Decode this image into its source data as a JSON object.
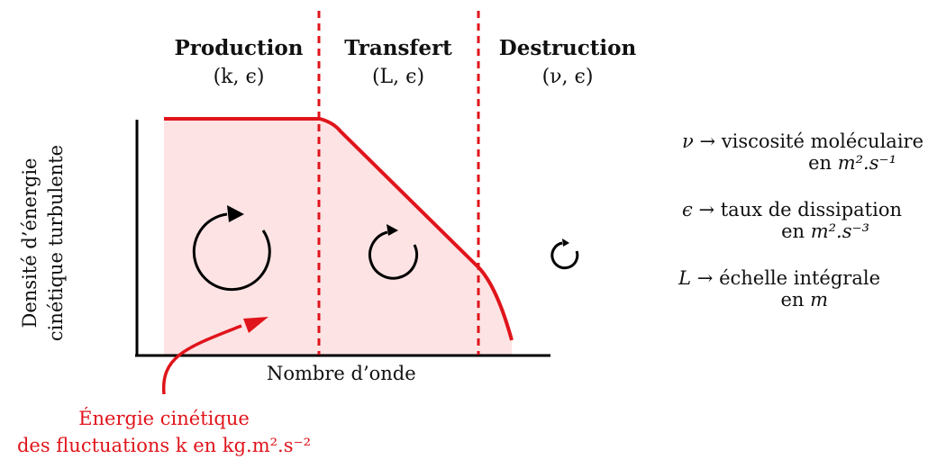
{
  "regions": [
    {
      "title": "Production",
      "params": "(k, ϵ)"
    },
    {
      "title": "Transfert",
      "params": "(L, ϵ)"
    },
    {
      "title": "Destruction",
      "params": "(ν, ϵ)"
    }
  ],
  "axes": {
    "xlabel": "Nombre d’onde",
    "ylabel_line1": "Densité d’énergie",
    "ylabel_line2": "cinétique turbulente"
  },
  "legend": [
    {
      "symbol": "ν",
      "arrow": "→",
      "text": "viscosité moléculaire",
      "unit_prefix": "en",
      "unit": "m².s⁻¹"
    },
    {
      "symbol": "ϵ",
      "arrow": "→",
      "text": "taux de dissipation",
      "unit_prefix": "en",
      "unit": "m².s⁻³"
    },
    {
      "symbol": "L",
      "arrow": "→",
      "text": "échelle intégrale",
      "unit_prefix": "en",
      "unit": "m"
    }
  ],
  "annotation": {
    "line1": "Énergie cinétique",
    "line2": "des fluctuations k en kg.m².s⁻²"
  },
  "colors": {
    "curve": "#e0141b",
    "fill": "#fde3e4",
    "axis": "#000000",
    "annotation": "#e0141b"
  },
  "icons": [
    "eddy-large-icon",
    "eddy-medium-icon",
    "eddy-small-icon"
  ]
}
